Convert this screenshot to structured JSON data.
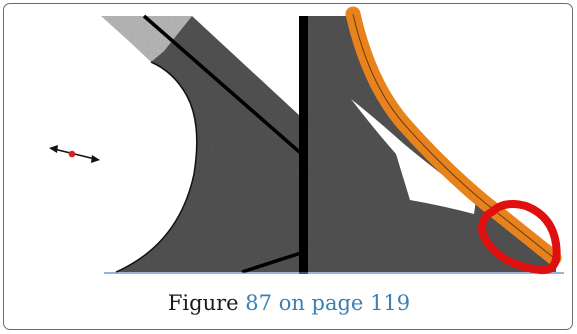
{
  "caption": {
    "prefix": "Figure",
    "figure_number": "87",
    "middle": "on page",
    "page_number": "119"
  },
  "colors": {
    "frame_border": "#6a6a6a",
    "link": "#3d7fb0",
    "shadow_fill": "#555555",
    "light_fill": "#bdbdbd",
    "orange_band": "#e8821c",
    "highlight_circle": "#e01010",
    "marker_dot": "#e02020",
    "baseline": "#5a86b0"
  },
  "icons": {
    "drag_handle": "double-arrow-icon"
  }
}
